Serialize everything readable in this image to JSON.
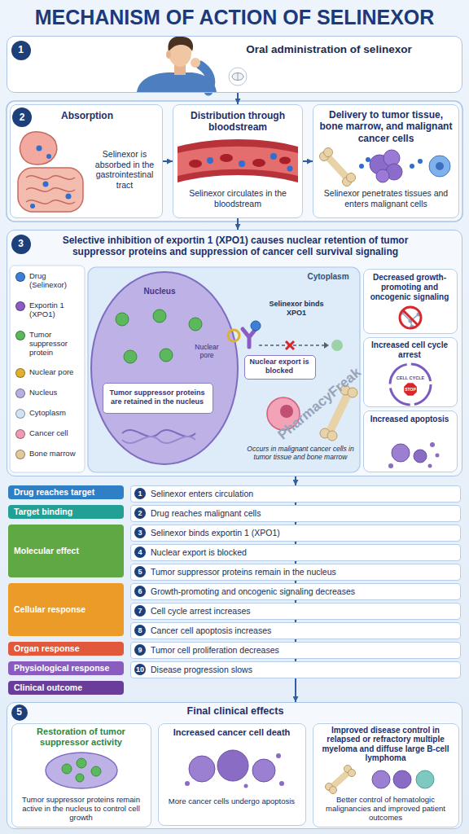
{
  "diagram": {
    "title": "MECHANISM OF ACTION OF SELINEXOR",
    "nodes": [
      {
        "text": [
          "Oral administration of selinexor"
        ]
      },
      {
        "text": [
          "1"
        ],
        "in": 0
      },
      {
        "text": [
          "2"
        ]
      },
      {
        "text": [
          "Absorption",
          "Selinexor is absorbed in the gastrointestinal tract"
        ]
      },
      {
        "text": [
          "Distribution through bloodstream",
          "Selinexor circulates in the bloodstream"
        ]
      },
      {
        "text": [
          "Delivery to tumor tissue, bone marrow, and malignant cancer cells",
          "Selinexor penetrates tissues and enters malignant cells"
        ]
      },
      {
        "text": [
          "Selective inhibition of exportin 1 (XPO1) causes nuclear retention of tumor suppressor proteins and suppression of cancer cell survival signaling"
        ]
      },
      {
        "text": [
          "3"
        ],
        "in": 6
      },
      {
        "text": [
          "Nuclear export is blocked"
        ],
        "in": 6
      },
      {
        "text": [
          "Tumor suppressor proteins are retained in the nucleus"
        ],
        "in": 6
      },
      {
        "text": [
          "Decreased growth-promoting and oncogenic signaling"
        ],
        "in": 6
      },
      {
        "text": [
          "Increased cell cycle arrest"
        ],
        "in": 6
      },
      {
        "text": [
          "Increased apoptosis"
        ],
        "in": 6
      },
      {
        "text": [
          "Drug reaches target"
        ]
      },
      {
        "text": [
          "1",
          "Selinexor enters circulation"
        ]
      },
      {
        "text": [
          "Target binding"
        ]
      },
      {
        "text": [
          "2",
          "Drug reaches malignant cells"
        ]
      },
      {
        "text": [
          "Molecular effect"
        ]
      },
      {
        "text": [
          "3",
          "Selinexor binds exportin 1 (XPO1)"
        ]
      },
      {
        "text": [
          "4",
          "Nuclear export is blocked"
        ]
      },
      {
        "text": [
          "5",
          "Tumor suppressor proteins remain in the nucleus"
        ]
      },
      {
        "text": [
          "Cellular response"
        ]
      },
      {
        "text": [
          "6",
          "Growth-promoting and oncogenic signaling decreases"
        ]
      },
      {
        "text": [
          "7",
          "Cell cycle arrest increases"
        ]
      },
      {
        "text": [
          "8",
          "Cancer cell apoptosis increases"
        ]
      },
      {
        "text": [
          "Organ response"
        ]
      },
      {
        "text": [
          "9",
          "Tumor cell proliferation decreases"
        ]
      },
      {
        "text": [
          "Physiological response"
        ]
      },
      {
        "text": [
          "10",
          "Disease progression slows"
        ]
      },
      {
        "text": [
          "Clinical outcome"
        ]
      },
      {
        "text": [
          "Final clinical effects"
        ]
      },
      {
        "text": [
          "5"
        ],
        "in": 30
      },
      {
        "text": [
          "Restoration of tumor suppressor activity",
          "Tumor suppressor proteins remain active in the nucleus to control cell growth"
        ],
        "in": 30
      },
      {
        "text": [
          "Increased cancer cell death",
          "More cancer cells undergo apoptosis"
        ],
        "in": 30
      },
      {
        "text": [
          "Improved disease control in relapsed or refractory multiple myeloma and diffuse large B-cell lymphoma",
          "Better control of hematologic malignancies and improved patient outcomes"
        ],
        "in": 30
      }
    ],
    "edges": [
      {
        "from": 0,
        "to": 4,
        "arrow": "to"
      },
      {
        "from": 3,
        "to": 4,
        "arrow": "to"
      },
      {
        "from": 4,
        "to": 5,
        "arrow": "to"
      },
      {
        "from": 4,
        "to": 6,
        "arrow": "to"
      },
      {
        "from": 6,
        "to": 14,
        "arrow": "to"
      },
      {
        "from": 14,
        "to": 16,
        "arrow": "to"
      },
      {
        "from": 16,
        "to": 18,
        "arrow": "to"
      },
      {
        "from": 18,
        "to": 19,
        "arrow": "to"
      },
      {
        "from": 19,
        "to": 20,
        "arrow": "to"
      },
      {
        "from": 20,
        "to": 22,
        "arrow": "to"
      },
      {
        "from": 22,
        "to": 23,
        "arrow": "to"
      },
      {
        "from": 23,
        "to": 24,
        "arrow": "to"
      },
      {
        "from": 24,
        "to": 26,
        "arrow": "to"
      },
      {
        "from": 26,
        "to": 28,
        "arrow": "to"
      },
      {
        "from": 28,
        "to": 30,
        "arrow": "to"
      }
    ],
    "labels": [
      "Nucleus",
      "Cytoplasm",
      "Nuclear pore",
      "Selinexor binds XPO1",
      "Occurs in malignant cancer cells in tumor tissue and bone marrow",
      "CELL CYCLE",
      "STOP",
      "PharmacyFreak"
    ],
    "legend": [
      {
        "text": "Drug (Selinexor)",
        "color": "#3d7fd6"
      },
      {
        "text": "Exportin 1 (XPO1)",
        "color": "#8a5cc4"
      },
      {
        "text": "Tumor suppressor protein",
        "color": "#5cb85c"
      },
      {
        "text": "Nuclear pore",
        "color": "#e0b030"
      },
      {
        "text": "Nucleus",
        "color": "#b9aee3"
      },
      {
        "text": "Cytoplasm",
        "color": "#cfe3f5"
      },
      {
        "text": "Cancer cell",
        "color": "#ef9ab2"
      },
      {
        "text": "Bone marrow",
        "color": "#e3c99a"
      }
    ]
  }
}
